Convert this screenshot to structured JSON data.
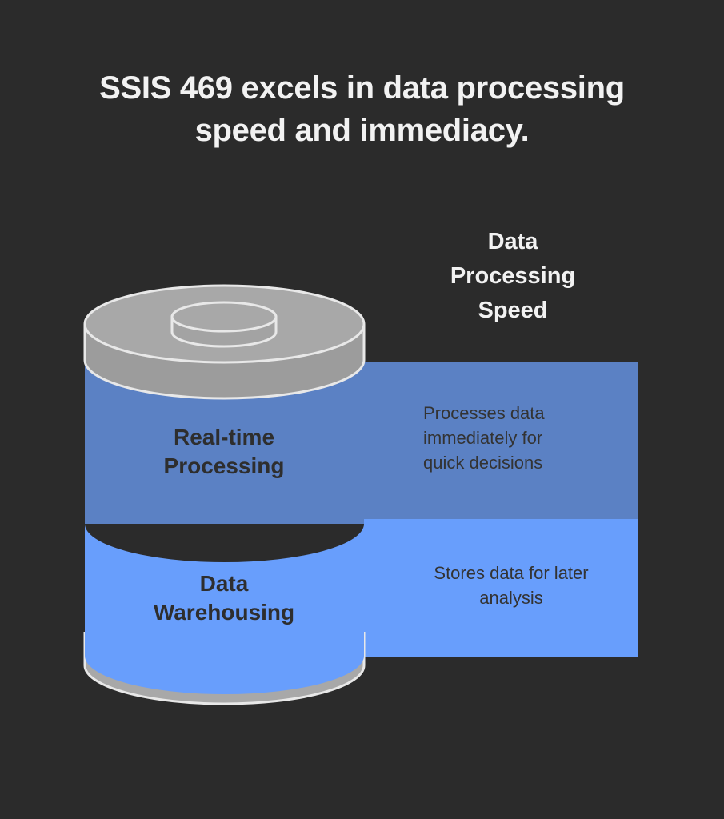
{
  "title": "SSIS 469 excels in data processing\nspeed and immediacy.",
  "column_header": "Data\nProcessing\nSpeed",
  "rows": [
    {
      "label": "Real-time\nProcessing",
      "description": "Processes data\nimmediately for\nquick decisions",
      "band_color": "#5b81c4"
    },
    {
      "label": "Data\nWarehousing",
      "description": "Stores data for later\nanalysis",
      "band_color": "#689efc"
    }
  ],
  "colors": {
    "background": "#2b2b2b",
    "title_text": "#f2f2f2",
    "header_text": "#f2f2f2",
    "label_text": "#2e2e2e",
    "description_text": "#333333",
    "cylinder_gray": "#a8a8a8",
    "cylinder_gray_shadow": "#9c9c9c",
    "cylinder_outline": "#e8e8e8",
    "band_top": "#5b81c4",
    "band_bottom": "#689efc"
  }
}
